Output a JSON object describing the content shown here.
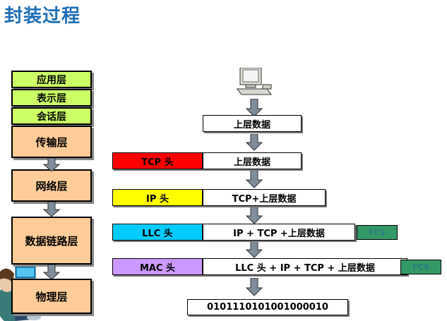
{
  "title": "封装过程",
  "layers": {
    "application": "应用层",
    "presentation": "表示层",
    "session": "会话层",
    "transport": "传输层",
    "network": "网络层",
    "datalink": "数据链路层",
    "physical": "物理层"
  },
  "encapsulation": {
    "upper_data_1": "上层数据",
    "tcp_header": "TCP 头",
    "upper_data_2": "上层数据",
    "ip_header": "IP 头",
    "tcp_upper": "TCP+上层数据",
    "llc_header": "LLC 头",
    "ip_tcp_upper": "IP + TCP +上层数据",
    "fcs_1": "FCS",
    "mac_header": "MAC 头",
    "llc_ip_tcp_upper": "LLC 头 + IP + TCP + 上层数据",
    "fcs_2": "FCS",
    "bits": "0101110101001000010"
  },
  "colors": {
    "title": "#1f6fb8",
    "tcp_header": "#ff0000",
    "ip_header": "#ffff00",
    "llc_header": "#00ccff",
    "mac_header": "#cc99ff",
    "fcs": "#339966",
    "upper_layers": "#ccff66",
    "lower_layers": "#ffcc99",
    "arrow": "#7f8c99"
  },
  "icons": [
    "computer-icon",
    "down-arrow-icon",
    "person-icon"
  ]
}
